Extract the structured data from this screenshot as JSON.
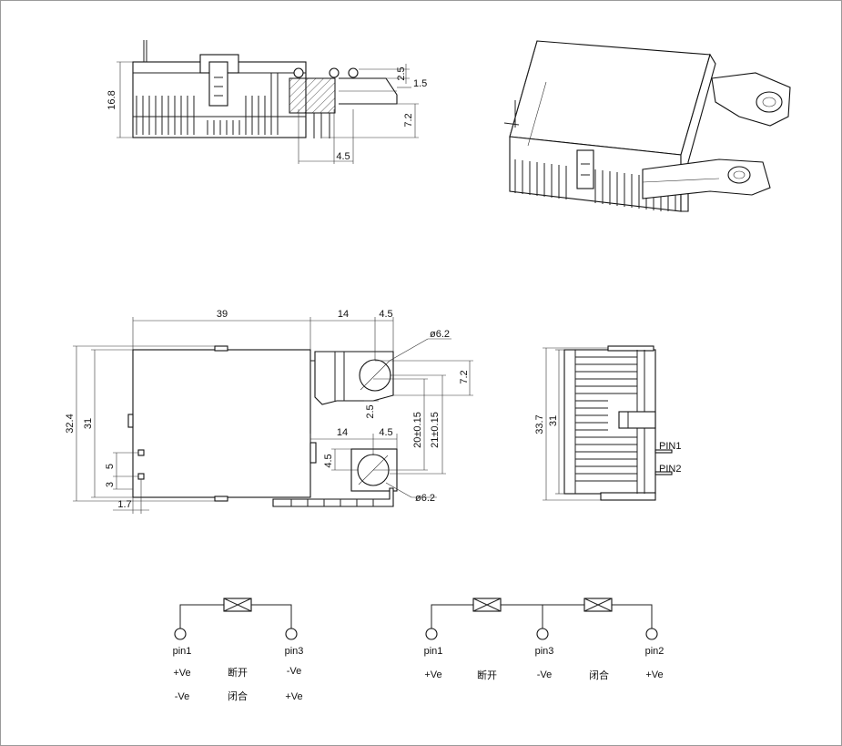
{
  "dimensions": {
    "side_height": "16.8",
    "side_tab_top": "2.5",
    "side_tab_thick": "1.5",
    "side_tab_height": "7.2",
    "side_tab_offset": "4.5",
    "top_body_length": "39",
    "top_terminal_length": "14",
    "top_terminal_offset": "4.5",
    "top_hole_dia": "ø6.2",
    "top_hole_offset": "7.2",
    "top_slot": "2.5",
    "top_height_total": "32.4",
    "top_height_body": "31",
    "top_pin_spacing_5": "5",
    "top_pin_spacing_3": "3",
    "top_pin_offset": "1.7",
    "top_terminal2_length": "14",
    "top_terminal2_offset": "4.5",
    "top_terminal2_height": "4.5",
    "top_hole2_dia": "ø6.2",
    "top_spacing_20": "20±0.15",
    "top_spacing_21": "21±0.15",
    "end_height_total": "33.7",
    "end_height_body": "31"
  },
  "end_pins": {
    "pin1": "PIN1",
    "pin2": "PIN2"
  },
  "schematic1": {
    "pin_a": "pin1",
    "pin_b": "pin3",
    "row1": {
      "a": "+Ve",
      "state": "断开",
      "b": "-Ve"
    },
    "row2": {
      "a": "-Ve",
      "state": "闭合",
      "b": "+Ve"
    }
  },
  "schematic2": {
    "pin_a": "pin1",
    "pin_b": "pin3",
    "pin_c": "pin2",
    "a": "+Ve",
    "state1": "断开",
    "b": "-Ve",
    "state2": "闭合",
    "c": "+Ve"
  }
}
